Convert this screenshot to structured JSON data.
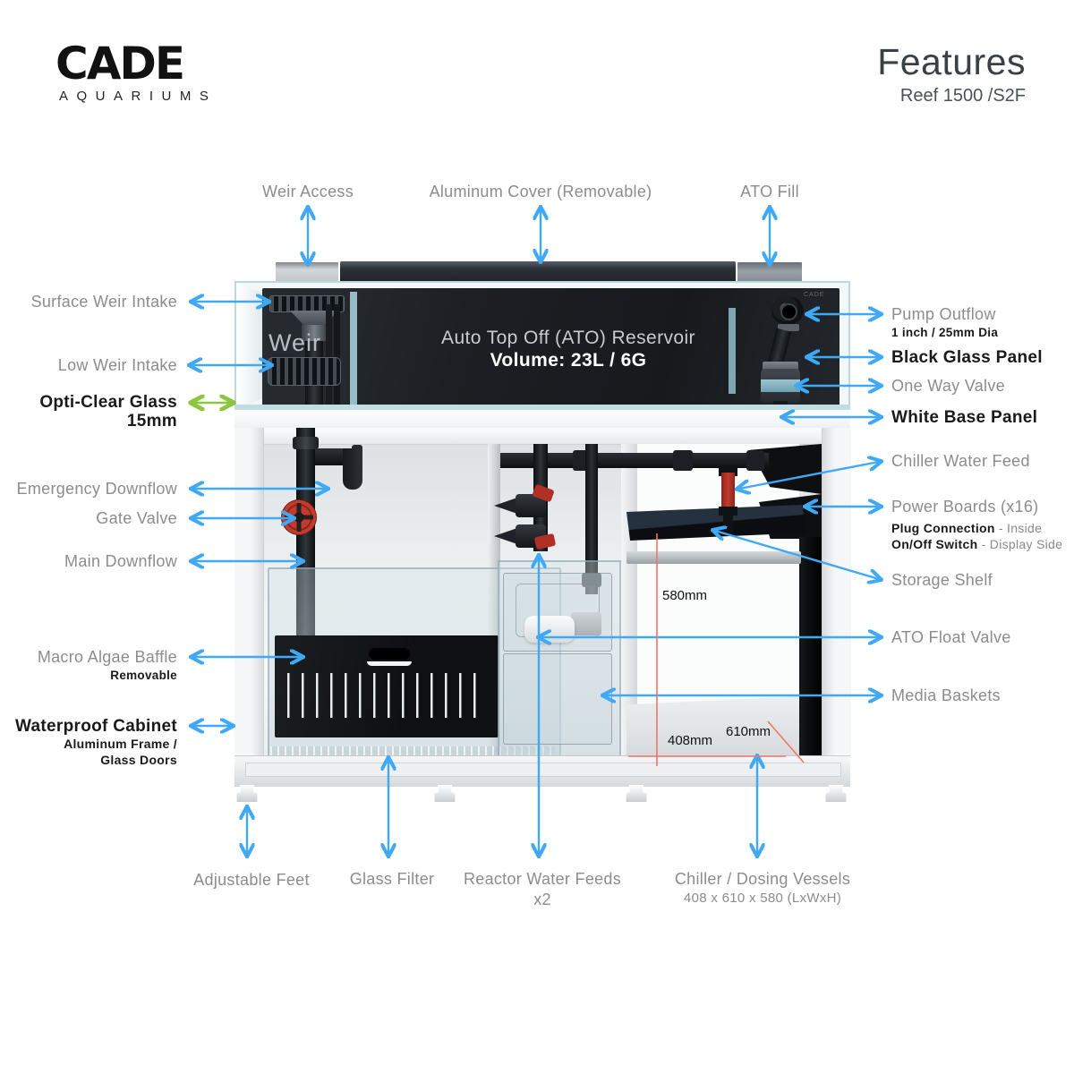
{
  "header": {
    "logo_brand": "CADE",
    "logo_tagline": "AQUARIUMS",
    "title": "Features",
    "subtitle": "Reef 1500 /S2F"
  },
  "diagram": {
    "weir_label": "Weir",
    "reservoir_line1": "Auto Top Off (ATO) Reservoir",
    "reservoir_line2": "Volume: 23L / 6G",
    "watermark": "CADE",
    "dim_height": "580mm",
    "dim_length": "408mm",
    "dim_width": "610mm"
  },
  "labels": {
    "top": [
      {
        "text": "Weir Access"
      },
      {
        "text": "Aluminum Cover (Removable)"
      },
      {
        "text": "ATO Fill"
      }
    ],
    "left": [
      {
        "text": "Surface Weir Intake"
      },
      {
        "text": "Low Weir Intake"
      },
      {
        "text": "Opti-Clear Glass",
        "sub": "15mm"
      },
      {
        "text": "Emergency Downflow"
      },
      {
        "text": "Gate Valve"
      },
      {
        "text": "Main Downflow"
      },
      {
        "text": "Macro Algae Baffle",
        "sub": "Removable"
      },
      {
        "text": "Waterproof Cabinet",
        "sub1": "Aluminum Frame /",
        "sub2": "Glass Doors"
      }
    ],
    "right": [
      {
        "text": "Pump Outflow",
        "sub": "1 inch / 25mm Dia"
      },
      {
        "text": "Black Glass Panel"
      },
      {
        "text": "One Way Valve"
      },
      {
        "text": "White Base Panel"
      },
      {
        "text": "Chiller Water Feed"
      },
      {
        "text": "Power Boards (x16)",
        "sub1_bold": "Plug Connection",
        "sub1_rest": " - Inside",
        "sub2_bold": "On/Off Switch",
        "sub2_rest": " - Display Side"
      },
      {
        "text": "Storage Shelf"
      },
      {
        "text": "ATO Float Valve"
      },
      {
        "text": "Media Baskets"
      }
    ],
    "bottom": [
      {
        "text": "Adjustable Feet"
      },
      {
        "text": "Glass Filter"
      },
      {
        "text": "Reactor Water Feeds",
        "sub": "x2"
      },
      {
        "text": "Chiller / Dosing Vessels",
        "sub": "408 x 610 x 580 (LxWxH)"
      }
    ]
  },
  "colors": {
    "arrow": "#3FA9F5",
    "highlight": "#8CC63F",
    "dim": "#F0756A",
    "gray": "#8c8c8c",
    "black": "#1a1a1a"
  }
}
